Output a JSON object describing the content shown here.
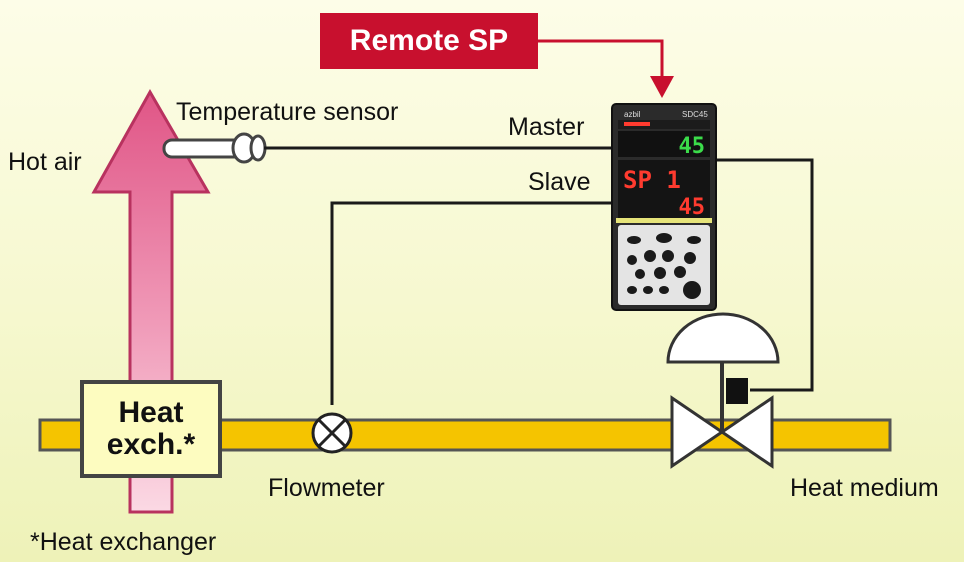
{
  "labels": {
    "remote_sp": "Remote SP",
    "temperature_sensor": "Temperature sensor",
    "hot_air": "Hot air",
    "master": "Master",
    "slave": "Slave",
    "heat_exch_line1": "Heat",
    "heat_exch_line2": "exch.*",
    "flowmeter": "Flowmeter",
    "heat_medium": "Heat medium",
    "footnote": "*Heat exchanger"
  },
  "controller": {
    "brand": "azbil",
    "model": "SDC45",
    "pv_display": "45",
    "sp_label": "SP 1",
    "sp_value": "45"
  },
  "colors": {
    "pipe_fill": "#f5c400",
    "arrow_fill": "#e8739a",
    "remote_sp_box": "#c8102e",
    "wire": "#1a1a1a",
    "controller_led": "#ff3b2f",
    "pv_led": "#3bdc4a",
    "background": "#f6f8cf"
  }
}
